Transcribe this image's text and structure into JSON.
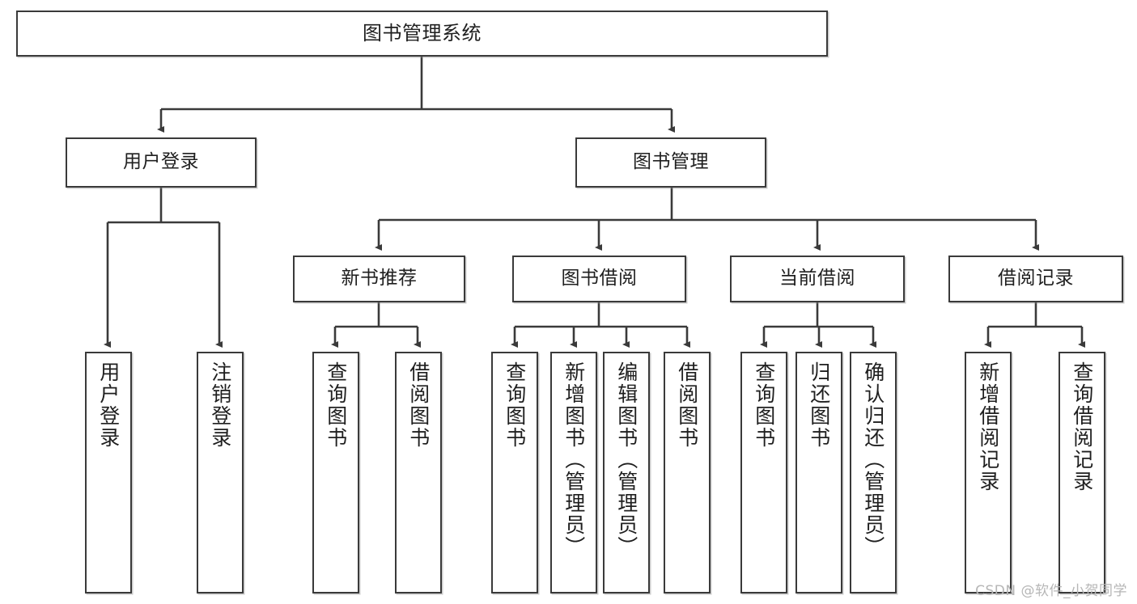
{
  "diagram": {
    "title": "图书管理系统",
    "watermark": "CSDN @软件_小贺同学",
    "stroke_color": "#3a3a3a",
    "text_color": "#1f1f1f",
    "background": "#ffffff",
    "root": {
      "label": "图书管理系统"
    },
    "level2": [
      {
        "label": "用户登录"
      },
      {
        "label": "图书管理"
      }
    ],
    "level3": [
      {
        "label": "新书推荐"
      },
      {
        "label": "图书借阅"
      },
      {
        "label": "当前借阅"
      },
      {
        "label": "借阅记录"
      }
    ],
    "leaves": {
      "user_login": [
        {
          "label": "用户登录"
        },
        {
          "label": "注销登录"
        }
      ],
      "new_book_recommend": [
        {
          "label": "查询图书"
        },
        {
          "label": "借阅图书"
        }
      ],
      "book_borrow": [
        {
          "label": "查询图书"
        },
        {
          "label": "新增图书（管理员）"
        },
        {
          "label": "编辑图书（管理员）"
        },
        {
          "label": "借阅图书"
        }
      ],
      "current_borrow": [
        {
          "label": "查询图书"
        },
        {
          "label": "归还图书"
        },
        {
          "label": "确认归还（管理员）"
        }
      ],
      "borrow_record": [
        {
          "label": "新增借阅记录"
        },
        {
          "label": "查询借阅记录"
        }
      ]
    }
  }
}
